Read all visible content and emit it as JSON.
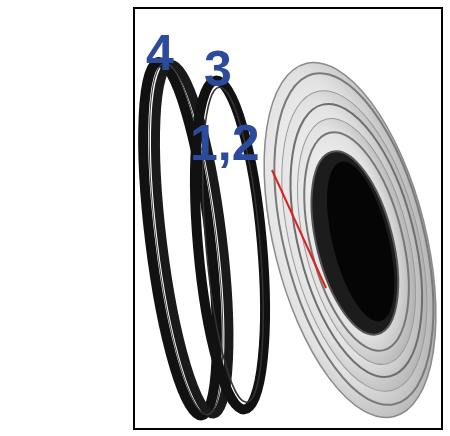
{
  "diagram": {
    "labels": [
      "4",
      "3",
      "1,2"
    ]
  }
}
